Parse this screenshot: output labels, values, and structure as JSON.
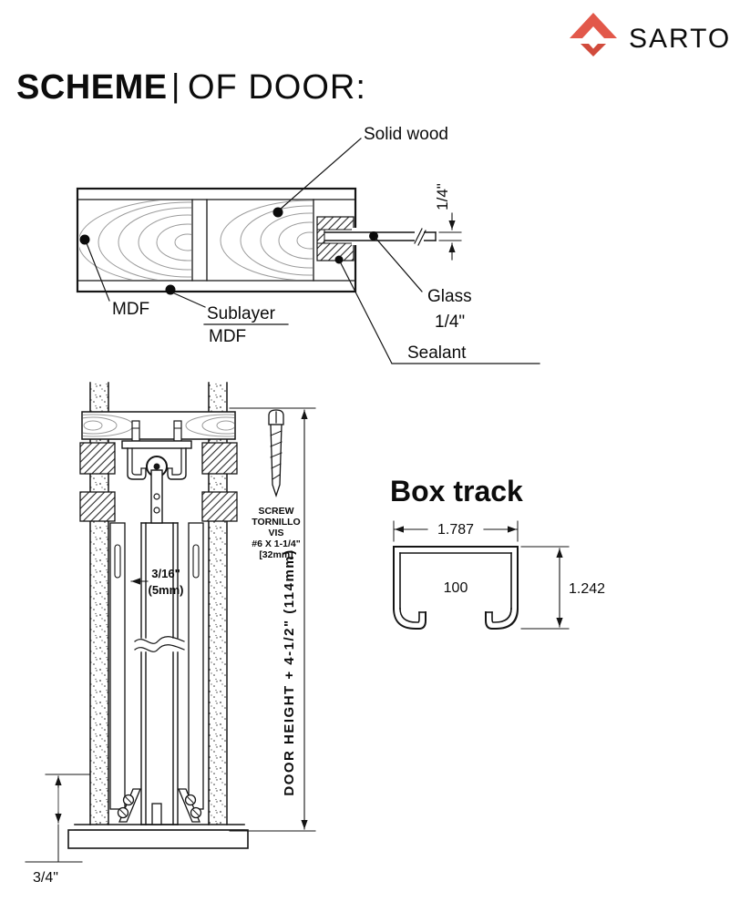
{
  "header": {
    "title_bold": "SCHEME",
    "separator": "|",
    "title_light": "OF DOOR:",
    "brand": "SARTO",
    "brand_color": "#e2584a"
  },
  "cross_section": {
    "labels": {
      "solid_wood": "Solid wood",
      "mdf_left": "MDF",
      "sublayer_line1": "Sublayer",
      "sublayer_line2": "MDF",
      "glass_line1": "Glass",
      "glass_line2": "1/4\"",
      "sealant": "Sealant",
      "glass_thickness_dim": "1/4\""
    }
  },
  "mechanism": {
    "screw_note": [
      "SCREW",
      "TORNILLO",
      "VIS",
      "#6 X 1-1/4\"",
      "[32mm]"
    ],
    "gap_dim_line1": "3/16\"",
    "gap_dim_line2": "(5mm)",
    "door_height_dim": "DOOR HEIGHT + 4-1/2\" (114mm)",
    "floor_clearance_dim": "3/4\""
  },
  "box_track": {
    "title": "Box track",
    "width_dim": "1.787",
    "inner_label": "100",
    "height_dim": "1.242"
  },
  "colors": {
    "line": "#151515",
    "grain": "#9b9b9b",
    "accent": "#e2584a"
  }
}
